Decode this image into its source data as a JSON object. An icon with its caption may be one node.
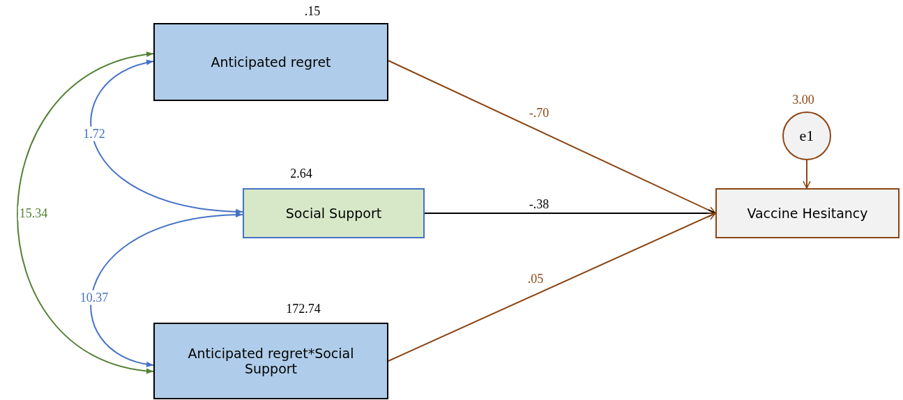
{
  "diagram": {
    "nodes": [
      {
        "text": [
          "Anticipated regret"
        ],
        "beside": [
          ".15"
        ]
      },
      {
        "text": [
          "Social Support"
        ],
        "beside": [
          "2.64"
        ]
      },
      {
        "text": [
          "Anticipated regret*Social Support"
        ],
        "beside": [
          "172.74"
        ]
      },
      {
        "text": [
          "e1"
        ],
        "beside": [
          "3.00"
        ]
      },
      {
        "text": [
          "Vaccine Hesitancy"
        ]
      }
    ],
    "edges": [
      {
        "from": 0,
        "to": 4,
        "arrow": "to",
        "label": "-.70"
      },
      {
        "from": 1,
        "to": 4,
        "arrow": "to",
        "label": "-.38",
        "color": "#000000"
      },
      {
        "from": 2,
        "to": 4,
        "arrow": "to",
        "label": ".05"
      },
      {
        "from": 3,
        "to": 4,
        "arrow": "to"
      },
      {
        "from": 1,
        "to": 0,
        "arrow": "both",
        "label": "1.72",
        "color": "#4472c4"
      },
      {
        "from": 1,
        "to": 2,
        "arrow": "both",
        "label": "10.37",
        "color": "#4472c4"
      },
      {
        "from": 0,
        "to": 2,
        "arrow": "both",
        "label": "15.34",
        "color": "#538135"
      }
    ]
  }
}
